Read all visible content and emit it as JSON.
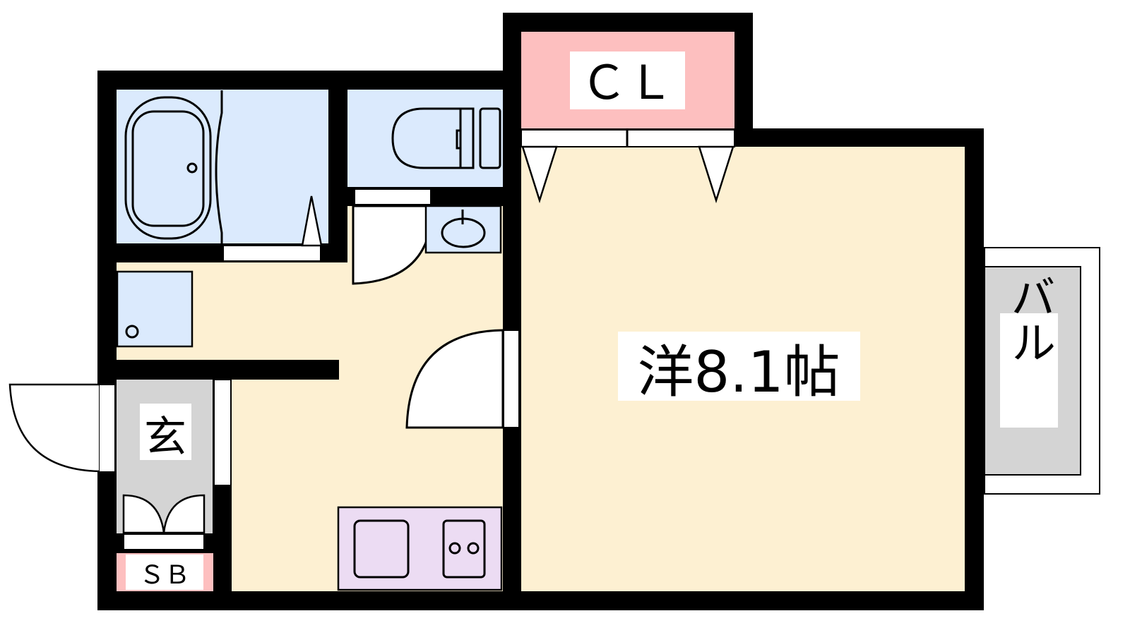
{
  "rooms": {
    "western_room": {
      "label": "洋8.1帖"
    },
    "closet": {
      "label": "ＣＬ"
    },
    "balcony": {
      "label": "バル"
    },
    "entrance": {
      "label": "玄"
    },
    "shoe_box": {
      "label": "ＳＢ"
    }
  },
  "colors": {
    "wall": "#000000",
    "floor": "#fdf0d2",
    "wet_area": "#dbeafd",
    "closet": "#fdbfbf",
    "entrance": "#d4d4d4",
    "kitchen": "#ecdcf3",
    "balcony": "#d4d4d4"
  }
}
